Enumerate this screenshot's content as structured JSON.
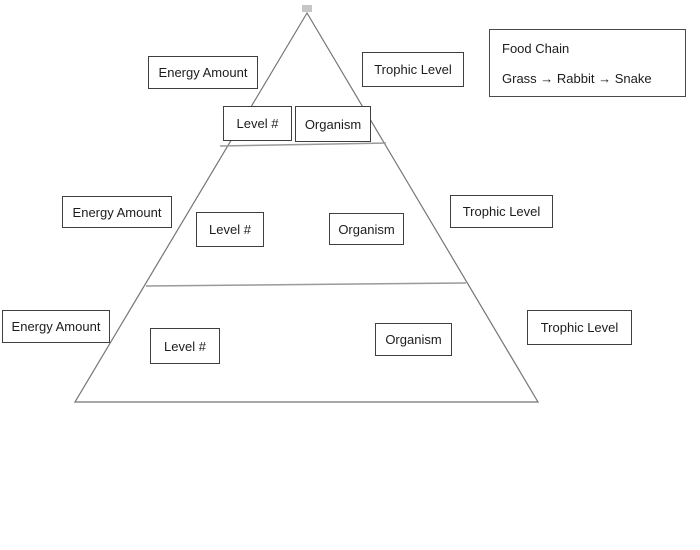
{
  "canvas": {
    "background_color": "#ffffff"
  },
  "food_chain_card": {
    "title": "Food Chain",
    "chain": "Grass → Rabbit → Snake"
  },
  "pyramid": {
    "outline_color": "#757575",
    "divider_color": "#9a9a9a",
    "handle_color": "#c6c6c6",
    "tiers": [
      {
        "level": "top",
        "energy_label": "Energy Amount",
        "level_label": "Level #",
        "organism_label": "Organism",
        "trophic_label": "Trophic Level"
      },
      {
        "level": "middle",
        "energy_label": "Energy Amount",
        "level_label": "Level #",
        "organism_label": "Organism",
        "trophic_label": "Trophic Level"
      },
      {
        "level": "bottom",
        "energy_label": "Energy Amount",
        "level_label": "Level #",
        "organism_label": "Organism",
        "trophic_label": "Trophic Level"
      }
    ]
  }
}
